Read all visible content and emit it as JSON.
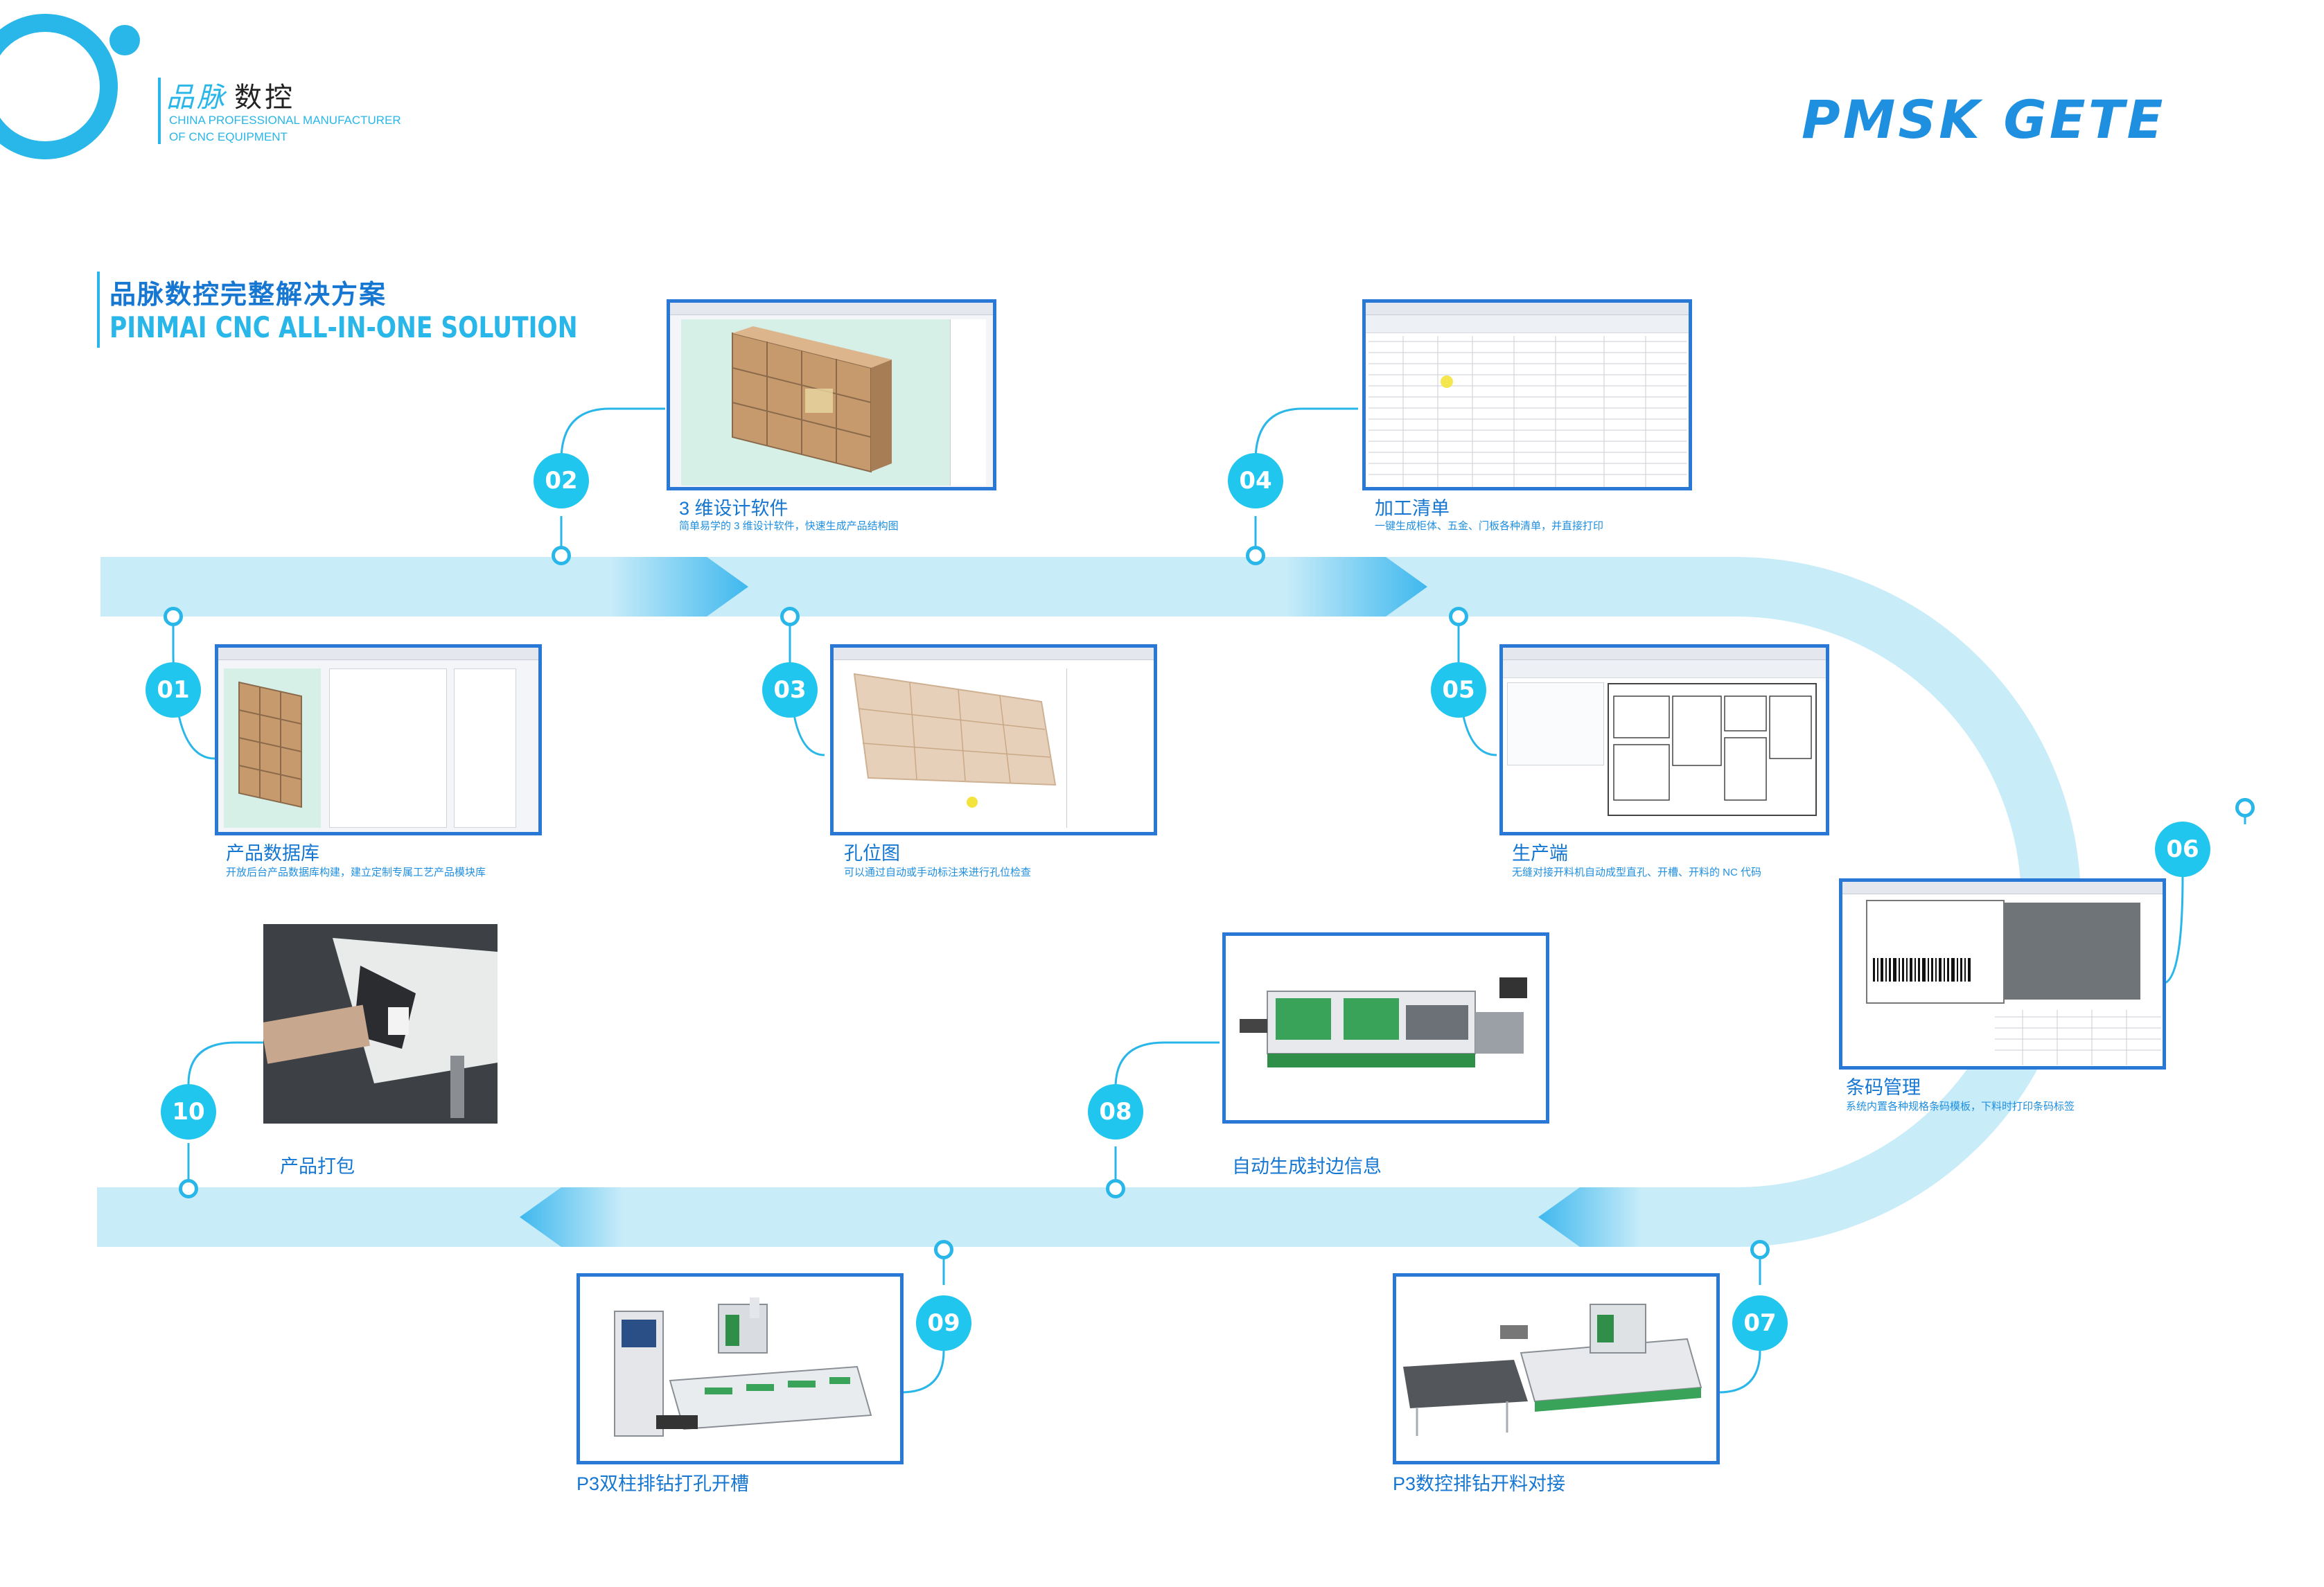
{
  "header": {
    "logo_brand": "品脉",
    "logo_cn": "数控",
    "logo_en_line1": "CHINA PROFESSIONAL MANUFACTURER",
    "logo_en_line2": "OF CNC EQUIPMENT",
    "brand_right": "PMSK GETE"
  },
  "section": {
    "title_cn": "品脉数控完整解决方案",
    "title_en": "PINMAI CNC ALL-IN-ONE SOLUTION"
  },
  "steps": [
    {
      "num": "01",
      "title": "产品数据库",
      "desc": "开放后台产品数据库构建，建立定制专属工艺产品模块库"
    },
    {
      "num": "02",
      "title": "3 维设计软件",
      "desc": "简单易学的 3 维设计软件，快速生成产品结构图"
    },
    {
      "num": "03",
      "title": "孔位图",
      "desc": "可以通过自动或手动标注来进行孔位检查"
    },
    {
      "num": "04",
      "title": "加工清单",
      "desc": "一键生成柜体、五金、门板各种清单，并直接打印"
    },
    {
      "num": "05",
      "title": "生产端",
      "desc": "无缝对接开料机自动成型直孔、开槽、开料的 NC 代码"
    },
    {
      "num": "06",
      "title": "条码管理",
      "desc": "系统内置各种规格条码模板，下料时打印条码标签"
    },
    {
      "num": "07",
      "title": "P3数控排钻开料对接",
      "desc": ""
    },
    {
      "num": "08",
      "title": "自动生成封边信息",
      "desc": ""
    },
    {
      "num": "09",
      "title": "P3双柱排钻打孔开槽",
      "desc": ""
    },
    {
      "num": "10",
      "title": "产品打包",
      "desc": ""
    }
  ],
  "colors": {
    "accent": "#29b6e8",
    "frame": "#2a78d6",
    "band": "#c9ecf9",
    "text_blue": "#1677d2"
  }
}
